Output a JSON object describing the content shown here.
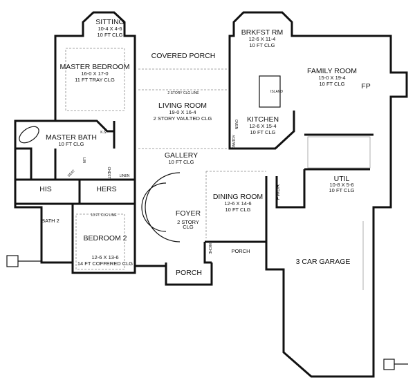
{
  "rooms": {
    "sitting": {
      "name": "SITTING",
      "size": "10-4 X 4-6",
      "ceiling": "10 FT CLG"
    },
    "covered_porch": {
      "name": "COVERED PORCH"
    },
    "master_bedroom": {
      "name": "MASTER BEDROOM",
      "size": "16-0 X 17-0",
      "ceiling": "11 FT TRAY CLG"
    },
    "living_room": {
      "name": "LIVING ROOM",
      "size": "19-0 X 16-4",
      "ceiling": "2 STORY VAULTED CLG",
      "ceiling_line": "2 STORY CLG LINE"
    },
    "brkfst": {
      "name": "BRKFST RM",
      "size": "12-6 X 11-4",
      "ceiling": "10 FT CLG"
    },
    "family_room": {
      "name": "FAMILY ROOM",
      "size": "15-0 X 19-4",
      "ceiling": "10 FT CLG",
      "fireplace": "FP"
    },
    "kitchen": {
      "name": "KITCHEN",
      "size": "12-6 X 15-4",
      "ceiling": "10 FT CLG",
      "island": "ISLAND",
      "pantry": "PANTRY",
      "oven": "OVEN"
    },
    "master_bath": {
      "name": "MASTER BATH",
      "ceiling": "10 FT CLG",
      "ks": "K.S.",
      "lin": "LIN",
      "chest": "CHEST",
      "seat": "SEAT"
    },
    "gallery": {
      "name": "GALLERY",
      "ceiling": "10 FT CLG"
    },
    "linen": {
      "name": "LINEN"
    },
    "his": {
      "name": "HIS"
    },
    "hers": {
      "name": "HERS"
    },
    "util": {
      "name": "UTIL",
      "size": "10-8 X 5-6",
      "ceiling": "10 FT CLG"
    },
    "pwdr": {
      "name": "PWDR"
    },
    "dining_room": {
      "name": "DINING ROOM",
      "size": "12-6 X 14-6",
      "ceiling": "10 FT CLG"
    },
    "foyer": {
      "name": "FOYER",
      "ceiling": "2 STORY",
      "ceiling2": "CLG"
    },
    "bath2": {
      "name": "BATH 2"
    },
    "bedroom2": {
      "name": "BEDROOM 2",
      "size": "12-6 X 13-6",
      "ceiling": "14 FT COFFERED CLG",
      "ceiling_line": "10 FT CLG LINE"
    },
    "porch_side": {
      "name": "PORCH"
    },
    "porch_front": {
      "name": "PORCH"
    },
    "niche": {
      "name": "NICHE"
    },
    "garage": {
      "name": "3 CAR GARAGE"
    }
  }
}
